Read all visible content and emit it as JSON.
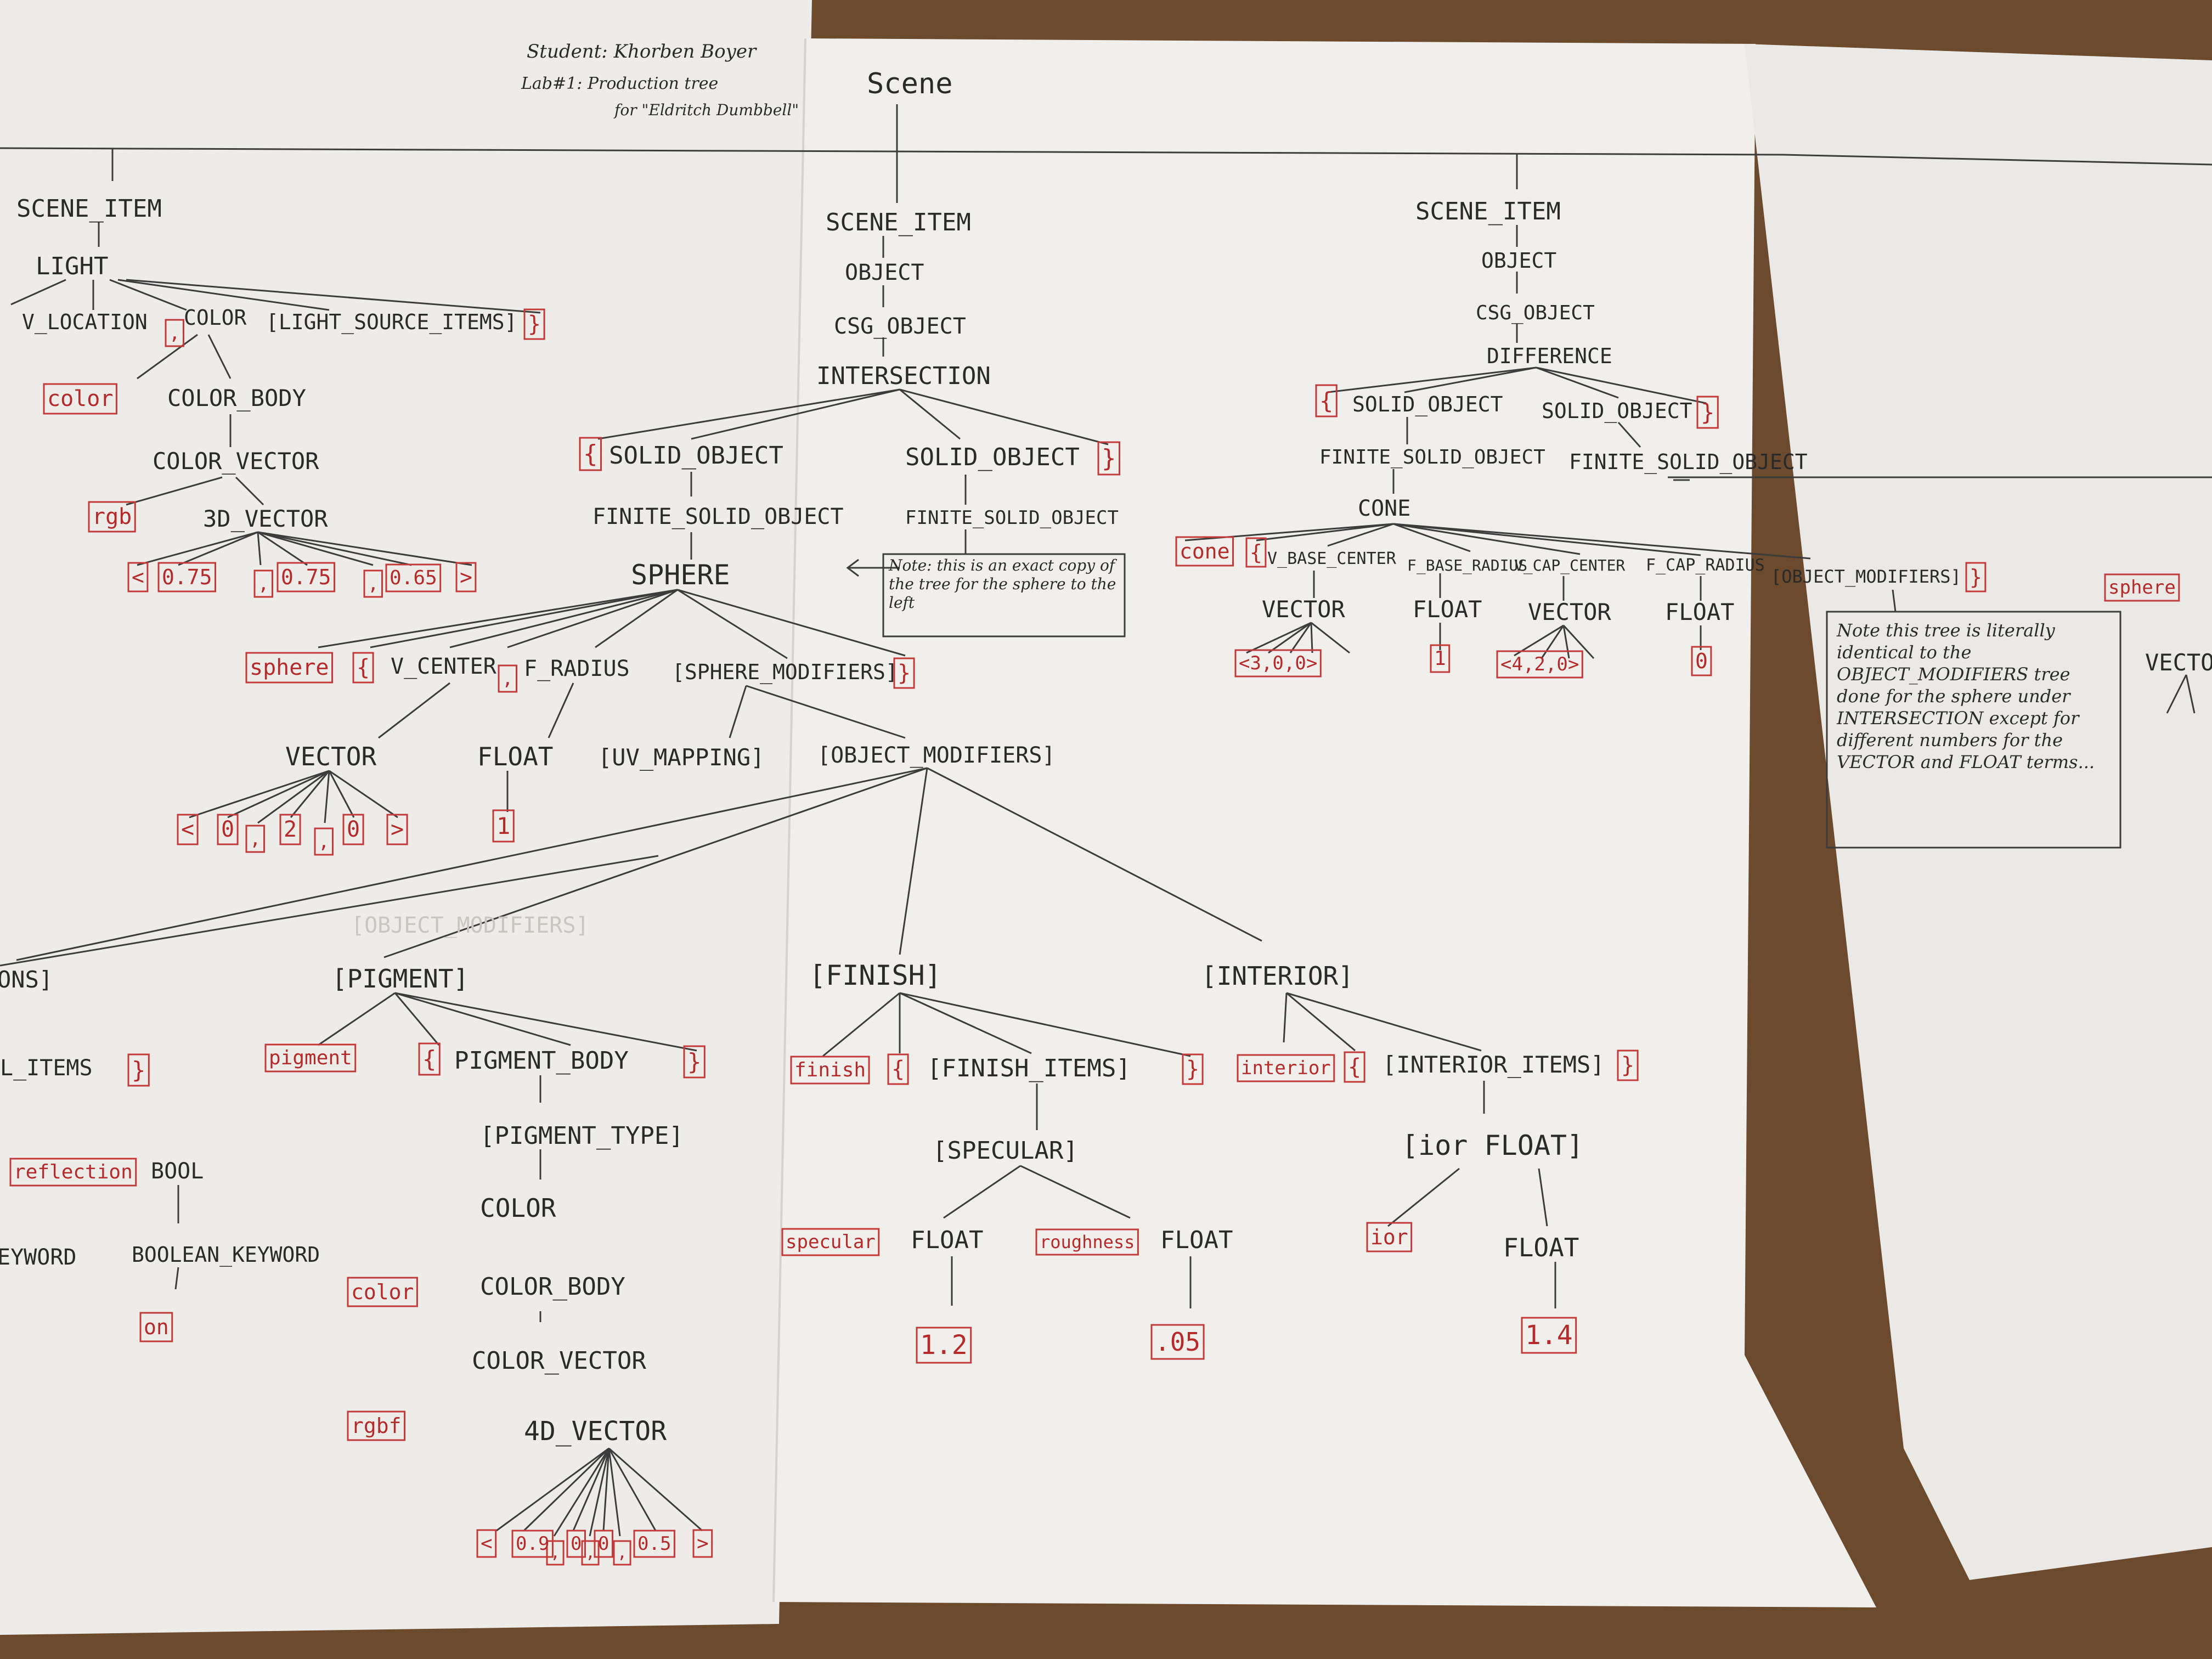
{
  "header": {
    "student_line": "Student: Khorben Boyer",
    "lab_line": "Lab#1: Production tree",
    "for_line": "for \"Eldritch Dumbbell\"",
    "root": "Scene"
  },
  "colors": {
    "ink": "#2a2a2a",
    "terminal": "#b52a2a",
    "paper": "#f1efeb",
    "table": "#6b4a2e"
  },
  "nodes": {
    "left_scene_item": "SCENE_ITEM",
    "light": "LIGHT",
    "v_location": "V_LOCATION",
    "comma1": ",",
    "color": "COLOR",
    "light_source_items": "[LIGHT_SOURCE_ITEMS]",
    "light_close": "}",
    "color_kw": "color",
    "color_body": "COLOR_BODY",
    "color_vector": "COLOR_VECTOR",
    "rgb": "rgb",
    "vector3d": "3D_VECTOR",
    "lv_lt": "<",
    "lv_a": "0.75",
    "lv_c1": ",",
    "lv_b": "0.75",
    "lv_c2": ",",
    "lv_c": "0.65",
    "lv_gt": ">",
    "mid_scene_item": "SCENE_ITEM",
    "mid_object": "OBJECT",
    "mid_csg": "CSG_OBJECT",
    "intersection": "INTERSECTION",
    "int_open": "{",
    "solid_object_a": "SOLID_OBJECT",
    "solid_object_b": "SOLID_OBJECT",
    "int_close": "}",
    "finite_a": "FINITE_SOLID_OBJECT",
    "finite_b": "FINITE_SOLID_OBJECT",
    "sphere": "SPHERE",
    "note_copy": "Note: this is an exact copy of the tree for the sphere to the left",
    "sphere_kw": "sphere",
    "sph_open": "{",
    "v_center": "V_CENTER",
    "sph_comma": ",",
    "f_radius": "F_RADIUS",
    "sphere_modifiers": "[SPHERE_MODIFIERS]",
    "sph_close": "}",
    "vector": "VECTOR",
    "float": "FLOAT",
    "uv_mapping": "[UV_MAPPING]",
    "object_modifiers": "[OBJECT_MODIFIERS]",
    "sv_lt": "<",
    "sv_a": "0",
    "sv_c1": ",",
    "sv_b": "2",
    "sv_c2": ",",
    "sv_c": "0",
    "sv_gt": ">",
    "radius_val": "1",
    "right_scene_item": "SCENE_ITEM",
    "right_object": "OBJECT",
    "right_csg": "CSG_OBJECT",
    "difference": "DIFFERENCE",
    "diff_open": "{",
    "solid_object_c": "SOLID_OBJECT",
    "solid_object_d": "SOLID_OBJECT",
    "diff_close": "}",
    "finite_c": "FINITE_SOLID_OBJECT",
    "finite_d": "FINITE_SOLID_OBJECT",
    "cone": "CONE",
    "cone_kw": "cone",
    "cone_open": "{",
    "v_base_center": "V_BASE_CENTER",
    "f_base_radius": "F_BASE_RADIUS",
    "v_cap_center": "V_CAP_CENTER",
    "f_cap_radius": "F_CAP_RADIUS",
    "cone_modifiers": "[OBJECT_MODIFIERS]",
    "cone_close": "}",
    "cone_vec1": "VECTOR",
    "cone_float1": "FLOAT",
    "cone_vec2": "VECTOR",
    "cone_float2": "FLOAT",
    "cv1": "<3,0,0>",
    "cf1": "1",
    "cv2": "<4,2,0>",
    "cf2": "0",
    "note_identical": "Note this tree is literally identical to the OBJECT_MODIFIERS tree done for the sphere under INTERSECTION except for different numbers for the VECTOR and FLOAT terms...",
    "edge_sphere_kw": "sphere",
    "edge_vector": "VECTOR",
    "left_ons": "ONS]",
    "left_items": "L_ITEMS",
    "left_close": "}",
    "reflection": "reflection",
    "bool": "BOOL",
    "keyword_frag": "EYWORD",
    "boolean_keyword": "BOOLEAN_KEYWORD",
    "on": "on",
    "faint_label": "[OBJECT_MODIFIERS]",
    "pigment": "[PIGMENT]",
    "pigment_kw": "pigment",
    "pig_open": "{",
    "pigment_body": "PIGMENT_BODY",
    "pig_close": "}",
    "pigment_type": "[PIGMENT_TYPE]",
    "pig_color": "COLOR",
    "pig_color_kw": "color",
    "pig_color_body": "COLOR_BODY",
    "pig_color_vector": "COLOR_VECTOR",
    "rgbf": "rgbf",
    "vector4d": "4D_VECTOR",
    "pv_lt": "<",
    "pv_a": "0.9",
    "pv_c1": ",",
    "pv_b": "0",
    "pv_c2": ",",
    "pv_c": "0",
    "pv_c3": ",",
    "pv_d": "0.5",
    "pv_gt": ">",
    "finish": "[FINISH]",
    "finish_kw": "finish",
    "fin_open": "{",
    "finish_items": "[FINISH_ITEMS]",
    "fin_close": "}",
    "specular_grp": "[SPECULAR]",
    "specular_kw": "specular",
    "spec_float": "FLOAT",
    "roughness_kw": "roughness",
    "rough_float": "FLOAT",
    "spec_val": "1.2",
    "rough_val": ".05",
    "interior": "[INTERIOR]",
    "interior_kw": "interior",
    "int2_open": "{",
    "interior_items": "[INTERIOR_ITEMS]",
    "int2_close": "}",
    "ior_grp": "[ior FLOAT]",
    "ior_kw": "ior",
    "ior_float": "FLOAT",
    "ior_val": "1.4"
  }
}
